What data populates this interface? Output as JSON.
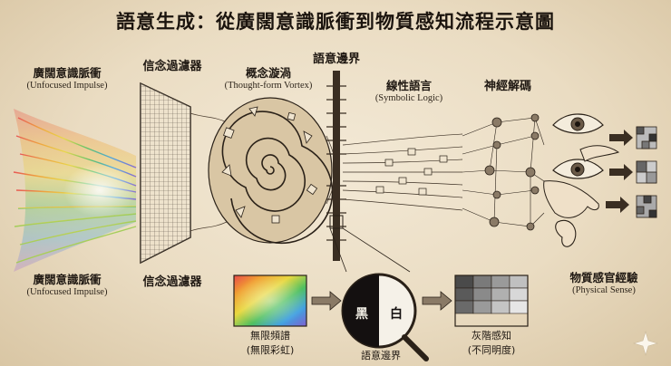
{
  "title": "語意生成：從廣闊意識脈衝到物質感知流程示意圖",
  "stages": {
    "impulse_top": {
      "zh": "廣闊意識脈衝",
      "en": "(Unfocused Impulse)"
    },
    "impulse_bottom": {
      "zh": "廣闊意識脈衝",
      "en": "(Unfocused Impulse)"
    },
    "filter_top": {
      "zh": "信念過濾器"
    },
    "filter_bottom": {
      "zh": "信念過濾器"
    },
    "vortex": {
      "zh": "概念漩渦",
      "en": "(Thought-form Vortex)"
    },
    "boundary": {
      "zh": "語意邊界"
    },
    "symbolic": {
      "zh": "線性語言",
      "en": "(Symbolic Logic)"
    },
    "neural": {
      "zh": "神經解碼"
    },
    "physical": {
      "zh": "物質感官經驗",
      "en": "(Physical Sense)"
    }
  },
  "inset": {
    "spectrum": {
      "zh1": "無限頻譜",
      "zh2": "(無限彩虹)"
    },
    "lens": {
      "black": "黑",
      "white": "白",
      "caption": "語意邊界"
    },
    "gray": {
      "zh1": "灰階感知",
      "zh2": "(不同明度)"
    }
  },
  "colors": {
    "ink": "#2a2118",
    "parchment": "#eadcc2",
    "rainbow": [
      "#e84a4a",
      "#f0a030",
      "#e8d840",
      "#50c060",
      "#40a0e0",
      "#8060d0"
    ]
  }
}
